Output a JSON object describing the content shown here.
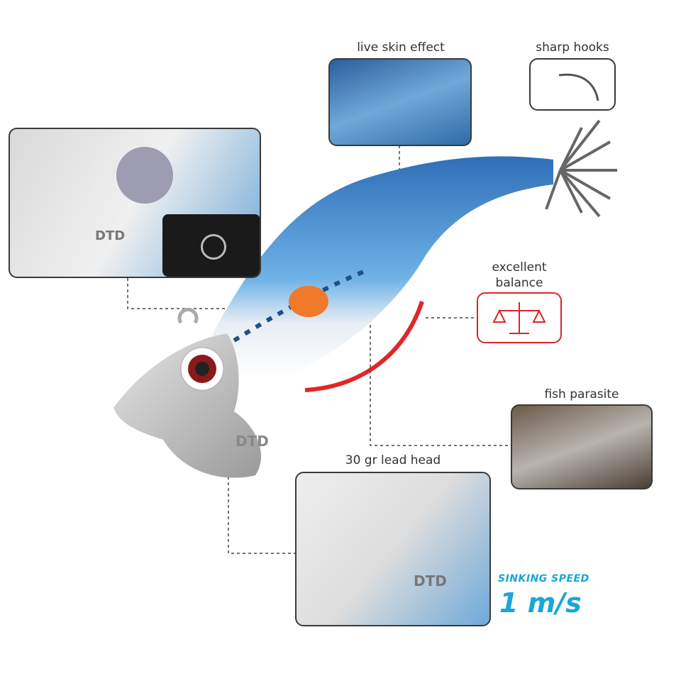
{
  "callouts": {
    "live_skin": "live skin effect",
    "sharp_hooks": "sharp hooks",
    "balance_line1": "excellent",
    "balance_line2": "balance",
    "fish_parasite": "fish parasite",
    "lead_head": "30 gr lead head"
  },
  "brand_mark": "DTD",
  "sinking": {
    "title": "SINKING SPEED",
    "value": "1 m/s"
  },
  "colors": {
    "lure_blue": "#3f7fc4",
    "accent_red": "#e0262a",
    "speed_blue": "#1aa6d8",
    "head_silver": "#c9c9c9"
  }
}
